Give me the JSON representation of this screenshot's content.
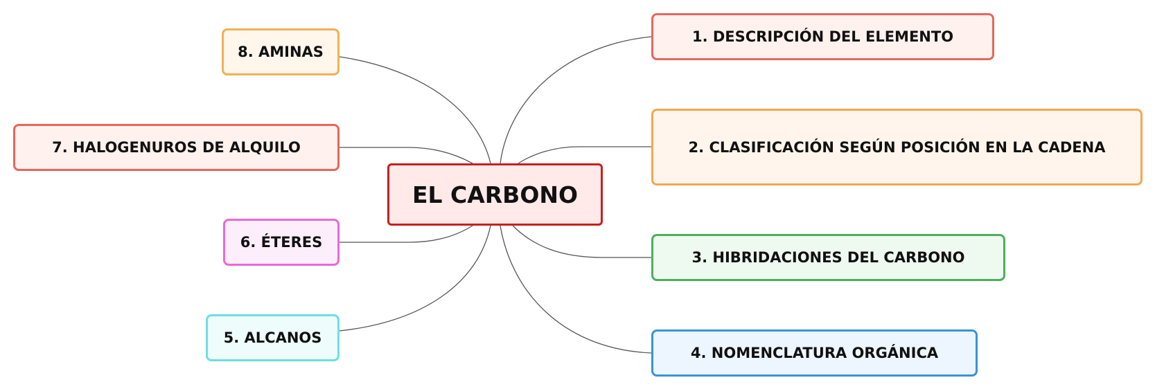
{
  "center": {
    "label": "EL CARBONO",
    "border": "#c81f1f",
    "fill": "#ffe9e9"
  },
  "branches": [
    {
      "id": "b1",
      "label": "1. DESCRIPCIÓN DEL ELEMENTO",
      "border": "#e5675b",
      "fill": "#fff1ee"
    },
    {
      "id": "b2",
      "label": "2. CLASIFICACIÓN SEGÚN POSICIÓN EN LA CADENA",
      "border": "#f2a752",
      "fill": "#fff5ec"
    },
    {
      "id": "b3",
      "label": "3. HIBRIDACIONES DEL CARBONO",
      "border": "#4caf5a",
      "fill": "#eef9ef"
    },
    {
      "id": "b4",
      "label": "4. NOMENCLATURA ORGÁNICA",
      "border": "#3a93d6",
      "fill": "#edf6ff"
    },
    {
      "id": "b5",
      "label": "5. ALCANOS",
      "border": "#6fdede",
      "fill": "#effcfc"
    },
    {
      "id": "b6",
      "label": "6. ÉTERES",
      "border": "#e86ad6",
      "fill": "#fdeefb"
    },
    {
      "id": "b7",
      "label": "7. HALOGENUROS DE ALQUILO",
      "border": "#e5675b",
      "fill": "#fff1ee"
    },
    {
      "id": "b8",
      "label": "8. AMINAS",
      "border": "#f2b054",
      "fill": "#fff6ec"
    }
  ],
  "edge_color": "#555555"
}
